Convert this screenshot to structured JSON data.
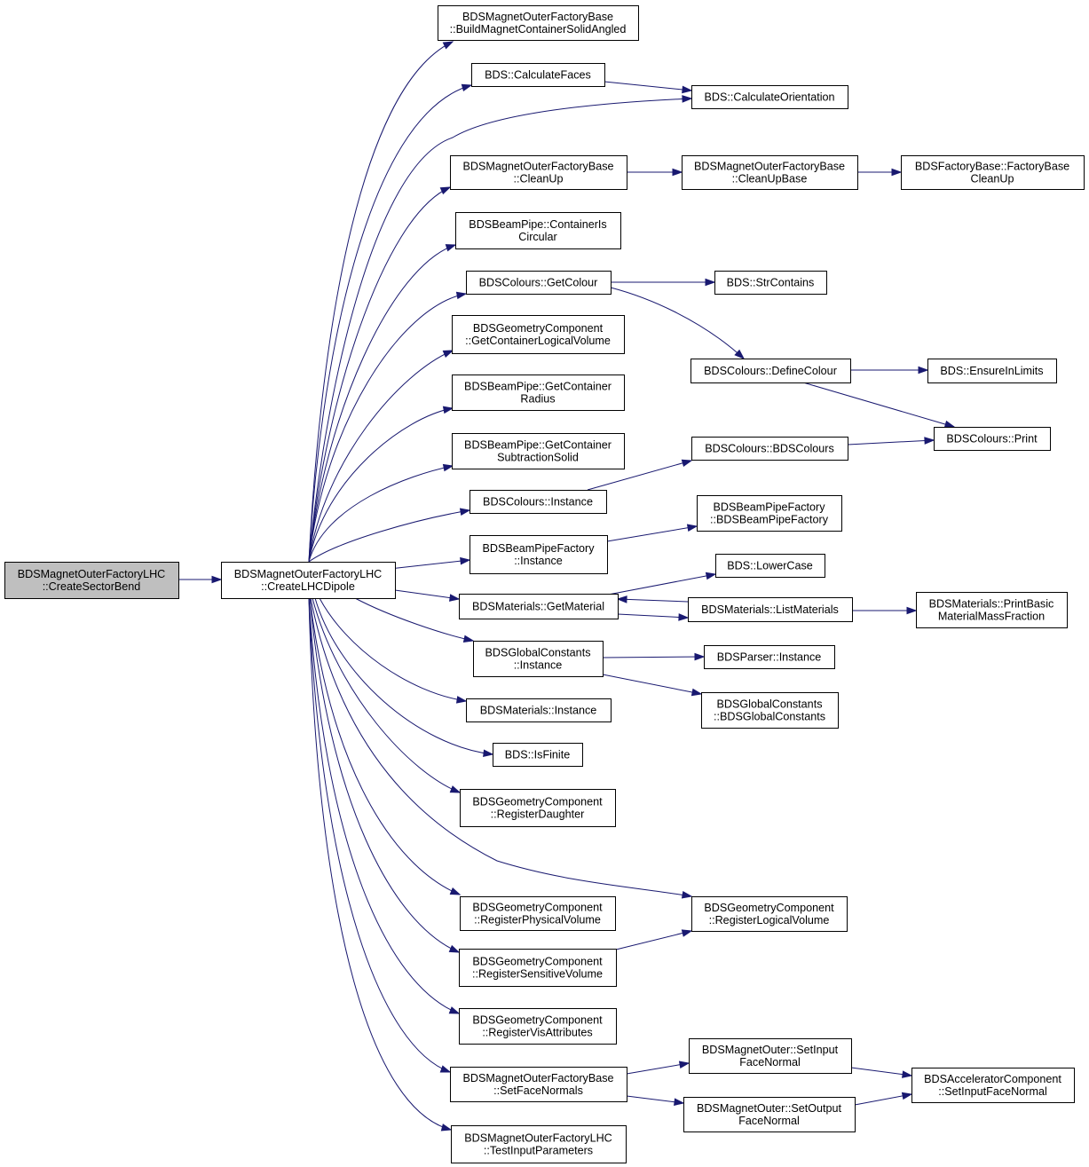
{
  "colors": {
    "edge": "#191970",
    "root_fill": "#bfbfbf",
    "node_fill": "#ffffff",
    "node_border": "#000000"
  },
  "nodes": [
    {
      "id": "root",
      "lines": [
        "BDSMagnetOuterFactoryLHC",
        "::CreateSectorBend"
      ]
    },
    {
      "id": "lhcdipole",
      "lines": [
        "BDSMagnetOuterFactoryLHC",
        "::CreateLHCDipole"
      ]
    },
    {
      "id": "buildangled",
      "lines": [
        "BDSMagnetOuterFactoryBase",
        "::BuildMagnetContainerSolidAngled"
      ]
    },
    {
      "id": "calcfaces",
      "lines": [
        "BDS::CalculateFaces"
      ]
    },
    {
      "id": "calcorient",
      "lines": [
        "BDS::CalculateOrientation"
      ]
    },
    {
      "id": "cleanup",
      "lines": [
        "BDSMagnetOuterFactoryBase",
        "::CleanUp"
      ]
    },
    {
      "id": "cleanupbase",
      "lines": [
        "BDSMagnetOuterFactoryBase",
        "::CleanUpBase"
      ]
    },
    {
      "id": "factorybasecleanup",
      "lines": [
        "BDSFactoryBase::FactoryBase",
        "CleanUp"
      ]
    },
    {
      "id": "containercircular",
      "lines": [
        "BDSBeamPipe::ContainerIs",
        "Circular"
      ]
    },
    {
      "id": "getcolour",
      "lines": [
        "BDSColours::GetColour"
      ]
    },
    {
      "id": "strcontains",
      "lines": [
        "BDS::StrContains"
      ]
    },
    {
      "id": "getcontlogvol",
      "lines": [
        "BDSGeometryComponent",
        "::GetContainerLogicalVolume"
      ]
    },
    {
      "id": "definecolour",
      "lines": [
        "BDSColours::DefineColour"
      ]
    },
    {
      "id": "ensureinlimits",
      "lines": [
        "BDS::EnsureInLimits"
      ]
    },
    {
      "id": "getcontradius",
      "lines": [
        "BDSBeamPipe::GetContainer",
        "Radius"
      ]
    },
    {
      "id": "colprint",
      "lines": [
        "BDSColours::Print"
      ]
    },
    {
      "id": "getcontsub",
      "lines": [
        "BDSBeamPipe::GetContainer",
        "SubtractionSolid"
      ]
    },
    {
      "id": "bdscolours",
      "lines": [
        "BDSColours::BDSColours"
      ]
    },
    {
      "id": "colinstance",
      "lines": [
        "BDSColours::Instance"
      ]
    },
    {
      "id": "bpfinstance",
      "lines": [
        "BDSBeamPipeFactory",
        "::Instance"
      ]
    },
    {
      "id": "bpfctor",
      "lines": [
        "BDSBeamPipeFactory",
        "::BDSBeamPipeFactory"
      ]
    },
    {
      "id": "lowercase",
      "lines": [
        "BDS::LowerCase"
      ]
    },
    {
      "id": "getmaterial",
      "lines": [
        "BDSMaterials::GetMaterial"
      ]
    },
    {
      "id": "listmaterials",
      "lines": [
        "BDSMaterials::ListMaterials"
      ]
    },
    {
      "id": "printbasic",
      "lines": [
        "BDSMaterials::PrintBasic",
        "MaterialMassFraction"
      ]
    },
    {
      "id": "gcinstance",
      "lines": [
        "BDSGlobalConstants",
        "::Instance"
      ]
    },
    {
      "id": "parserinstance",
      "lines": [
        "BDSParser::Instance"
      ]
    },
    {
      "id": "gcctor",
      "lines": [
        "BDSGlobalConstants",
        "::BDSGlobalConstants"
      ]
    },
    {
      "id": "matinstance",
      "lines": [
        "BDSMaterials::Instance"
      ]
    },
    {
      "id": "isfinite",
      "lines": [
        "BDS::IsFinite"
      ]
    },
    {
      "id": "regdaughter",
      "lines": [
        "BDSGeometryComponent",
        "::RegisterDaughter"
      ]
    },
    {
      "id": "reglogvol",
      "lines": [
        "BDSGeometryComponent",
        "::RegisterLogicalVolume"
      ]
    },
    {
      "id": "regphysvol",
      "lines": [
        "BDSGeometryComponent",
        "::RegisterPhysicalVolume"
      ]
    },
    {
      "id": "regsensvol",
      "lines": [
        "BDSGeometryComponent",
        "::RegisterSensitiveVolume"
      ]
    },
    {
      "id": "regvisattr",
      "lines": [
        "BDSGeometryComponent",
        "::RegisterVisAttributes"
      ]
    },
    {
      "id": "setinputface",
      "lines": [
        "BDSMagnetOuter::SetInput",
        "FaceNormal"
      ]
    },
    {
      "id": "setfacenormals",
      "lines": [
        "BDSMagnetOuterFactoryBase",
        "::SetFaceNormals"
      ]
    },
    {
      "id": "accsetinput",
      "lines": [
        "BDSAcceleratorComponent",
        "::SetInputFaceNormal"
      ]
    },
    {
      "id": "setoutputface",
      "lines": [
        "BDSMagnetOuter::SetOutput",
        "FaceNormal"
      ]
    },
    {
      "id": "testinput",
      "lines": [
        "BDSMagnetOuterFactoryLHC",
        "::TestInputParameters"
      ]
    }
  ]
}
